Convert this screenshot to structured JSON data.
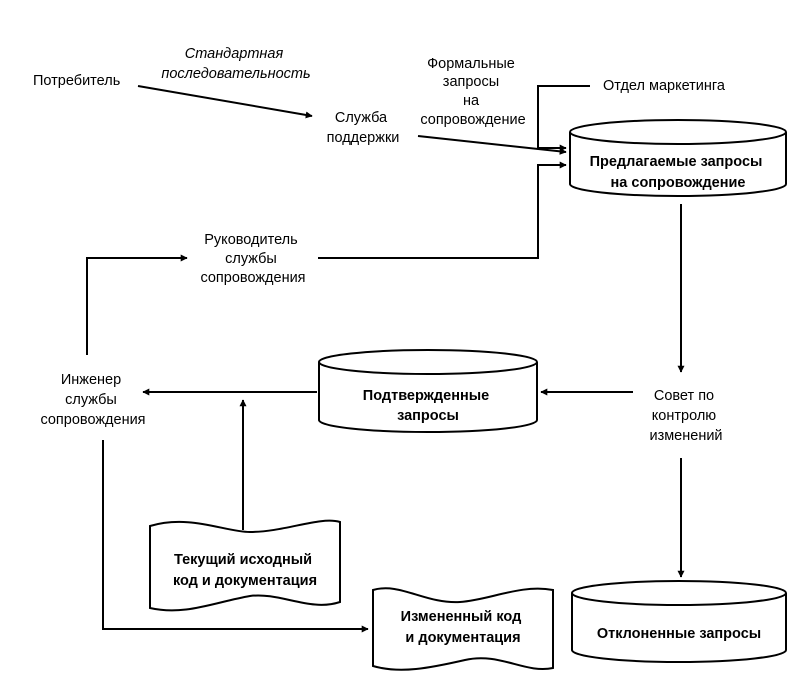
{
  "nodes": {
    "consumer": "Потребитель",
    "standard_sequence": [
      "Стандартная",
      "последовательность"
    ],
    "support_service": [
      "Служба",
      "поддержки"
    ],
    "formal_requests": [
      "Формальные",
      "запросы",
      "на",
      "сопровождение"
    ],
    "marketing_dept": "Отдел маркетинга",
    "proposed_requests": [
      "Предлагаемые запросы",
      "на сопровождение"
    ],
    "maintenance_manager": [
      "Руководитель",
      "службы",
      "сопровождения"
    ],
    "engineer": [
      "Инженер",
      "службы",
      "сопровождения"
    ],
    "confirmed_requests": [
      "Подтвержденные",
      "запросы"
    ],
    "change_board": [
      "Совет по",
      "контролю",
      "изменений"
    ],
    "current_code": [
      "Текущий исходный",
      "код и документация"
    ],
    "changed_code": [
      "Измененный код",
      "и документация"
    ],
    "rejected_requests": "Отклоненные запросы"
  }
}
